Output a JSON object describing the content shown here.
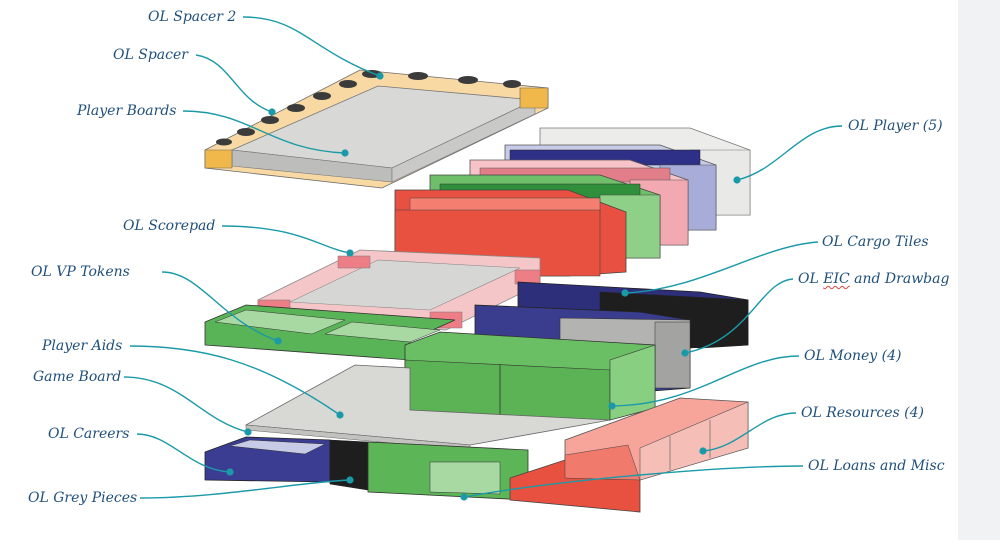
{
  "diagram": {
    "accent_color": "#1a9aa8",
    "labels": {
      "spacer2": "OL Spacer 2",
      "spacer": "OL Spacer",
      "player_boards": "Player Boards",
      "scorepad": "OL Scorepad",
      "vp_tokens": "OL VP Tokens",
      "player_aids": "Player Aids",
      "game_board": "Game Board",
      "careers": "OL Careers",
      "grey_pieces": "OL Grey Pieces",
      "player": "OL Player (5)",
      "cargo_tiles": "OL Cargo Tiles",
      "eic_prefix": "OL",
      "eic_word": "EIC",
      "eic_suffix": "and Drawbag",
      "money": "OL Money (4)",
      "resources": "OL Resources (4)",
      "loans": "OL Loans and Misc"
    }
  }
}
